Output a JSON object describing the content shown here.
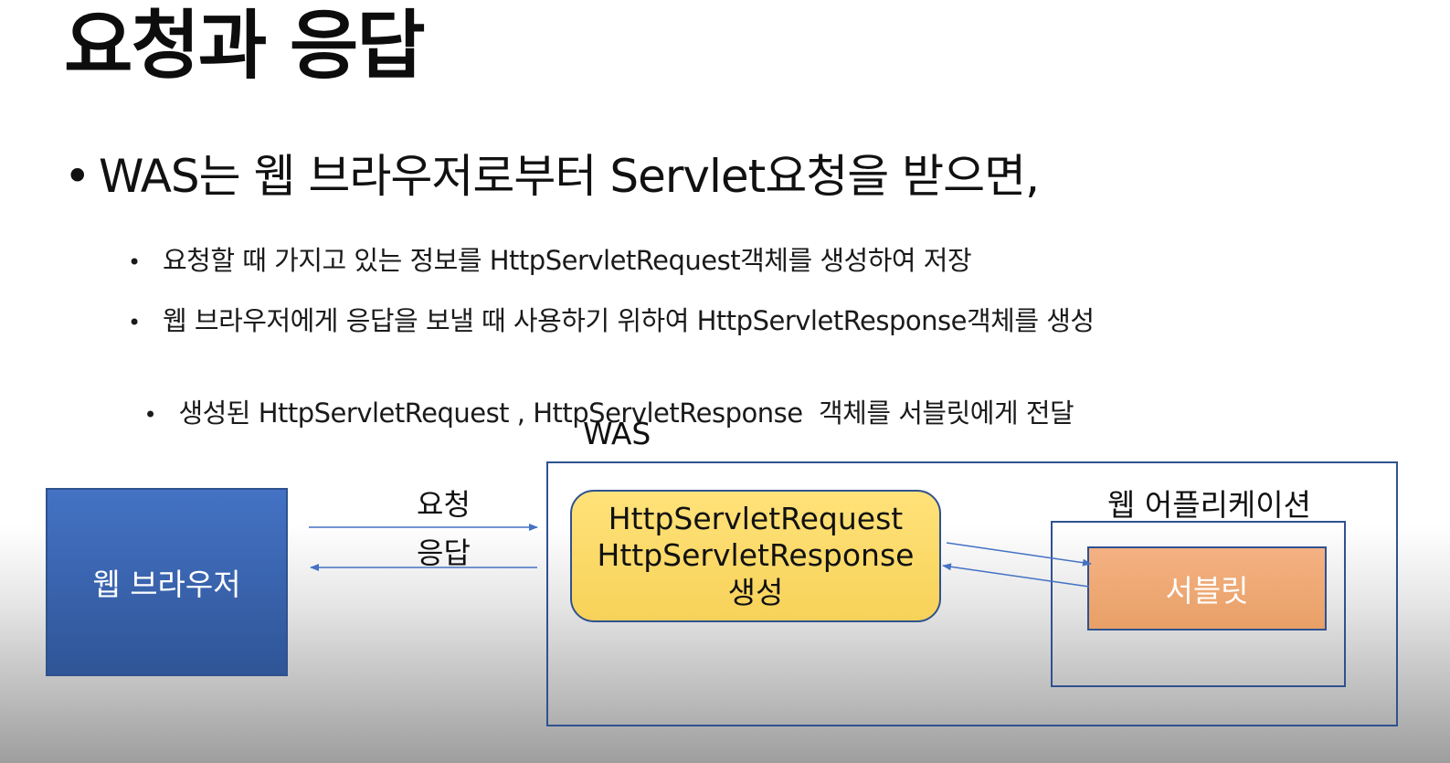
{
  "title": "요청과 응답",
  "main_bullet": "WAS는 웹 브라우저로부터 Servlet요청을 받으면,",
  "sub_bullets": [
    "요청할 때 가지고 있는 정보를 HttpServletRequest객체를 생성하여 저장",
    "웹 브라우저에게 응답을 보낼 때 사용하기 위하여 HttpServletResponse객체를 생성",
    "생성된 HttpServletRequest , HttpServletResponse  객체를 서블릿에게 전달"
  ],
  "diagram": {
    "browser": "웹 브라우저",
    "request": "요청",
    "response": "응답",
    "was": "WAS",
    "req_res_lines": [
      "HttpServletRequest",
      "HttpServletResponse",
      "생성"
    ],
    "web_app": "웹 어플리케이션",
    "servlet": "서블릿"
  },
  "colors": {
    "browser": "#4472c4",
    "req_res_box": "#ffd966",
    "servlet": "#f4b183",
    "border": "#2f528f",
    "arrow": "#4472c4"
  }
}
